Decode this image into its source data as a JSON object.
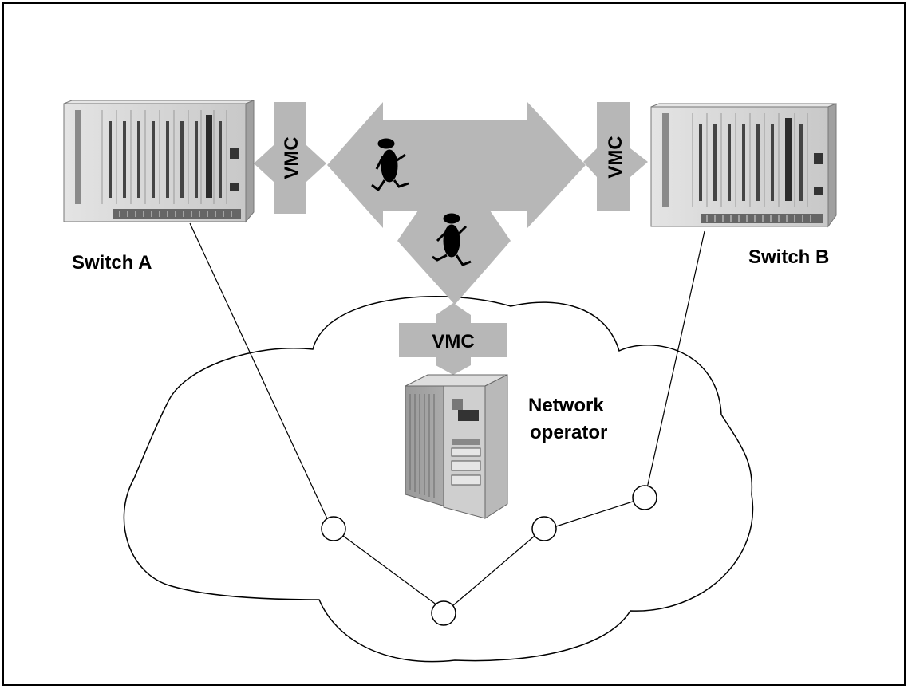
{
  "labels": {
    "switch_a": "Switch A",
    "switch_b": "Switch B",
    "network_operator_line1": "Network",
    "network_operator_line2": "operator",
    "vmc_left": "VMC",
    "vmc_right": "VMC",
    "vmc_bottom": "VMC"
  },
  "colors": {
    "arrow_fill": "#b7b7b7",
    "rack_fill": "#cfcfcf",
    "line": "#000000"
  },
  "icons": [
    "switch-rack-icon",
    "server-tower-icon",
    "running-figure-icon",
    "cloud-network"
  ]
}
